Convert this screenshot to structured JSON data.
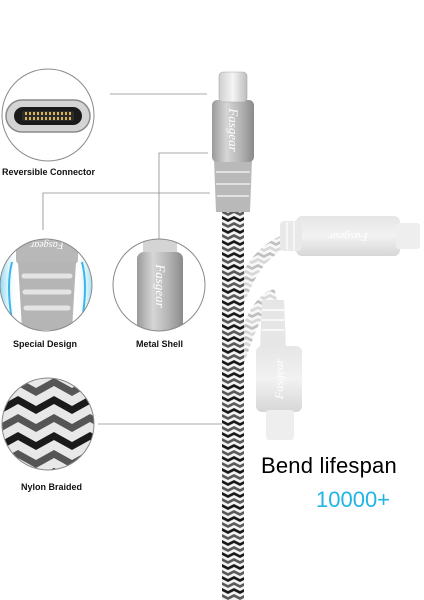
{
  "brand": {
    "logo_text": "Fasgear"
  },
  "callouts": {
    "reversible_connector": "Reversible Connector",
    "special_design": "Special Design",
    "metal_shell": "Metal Shell",
    "nylon_braided": "Nylon Braided"
  },
  "bend": {
    "title": "Bend lifespan",
    "count": "10000+"
  },
  "colors": {
    "accent": "#1fb5e6",
    "shell_gray": "#b7b7b7",
    "braid_black": "#1a1a1a",
    "braid_white": "#f2f2f2"
  }
}
